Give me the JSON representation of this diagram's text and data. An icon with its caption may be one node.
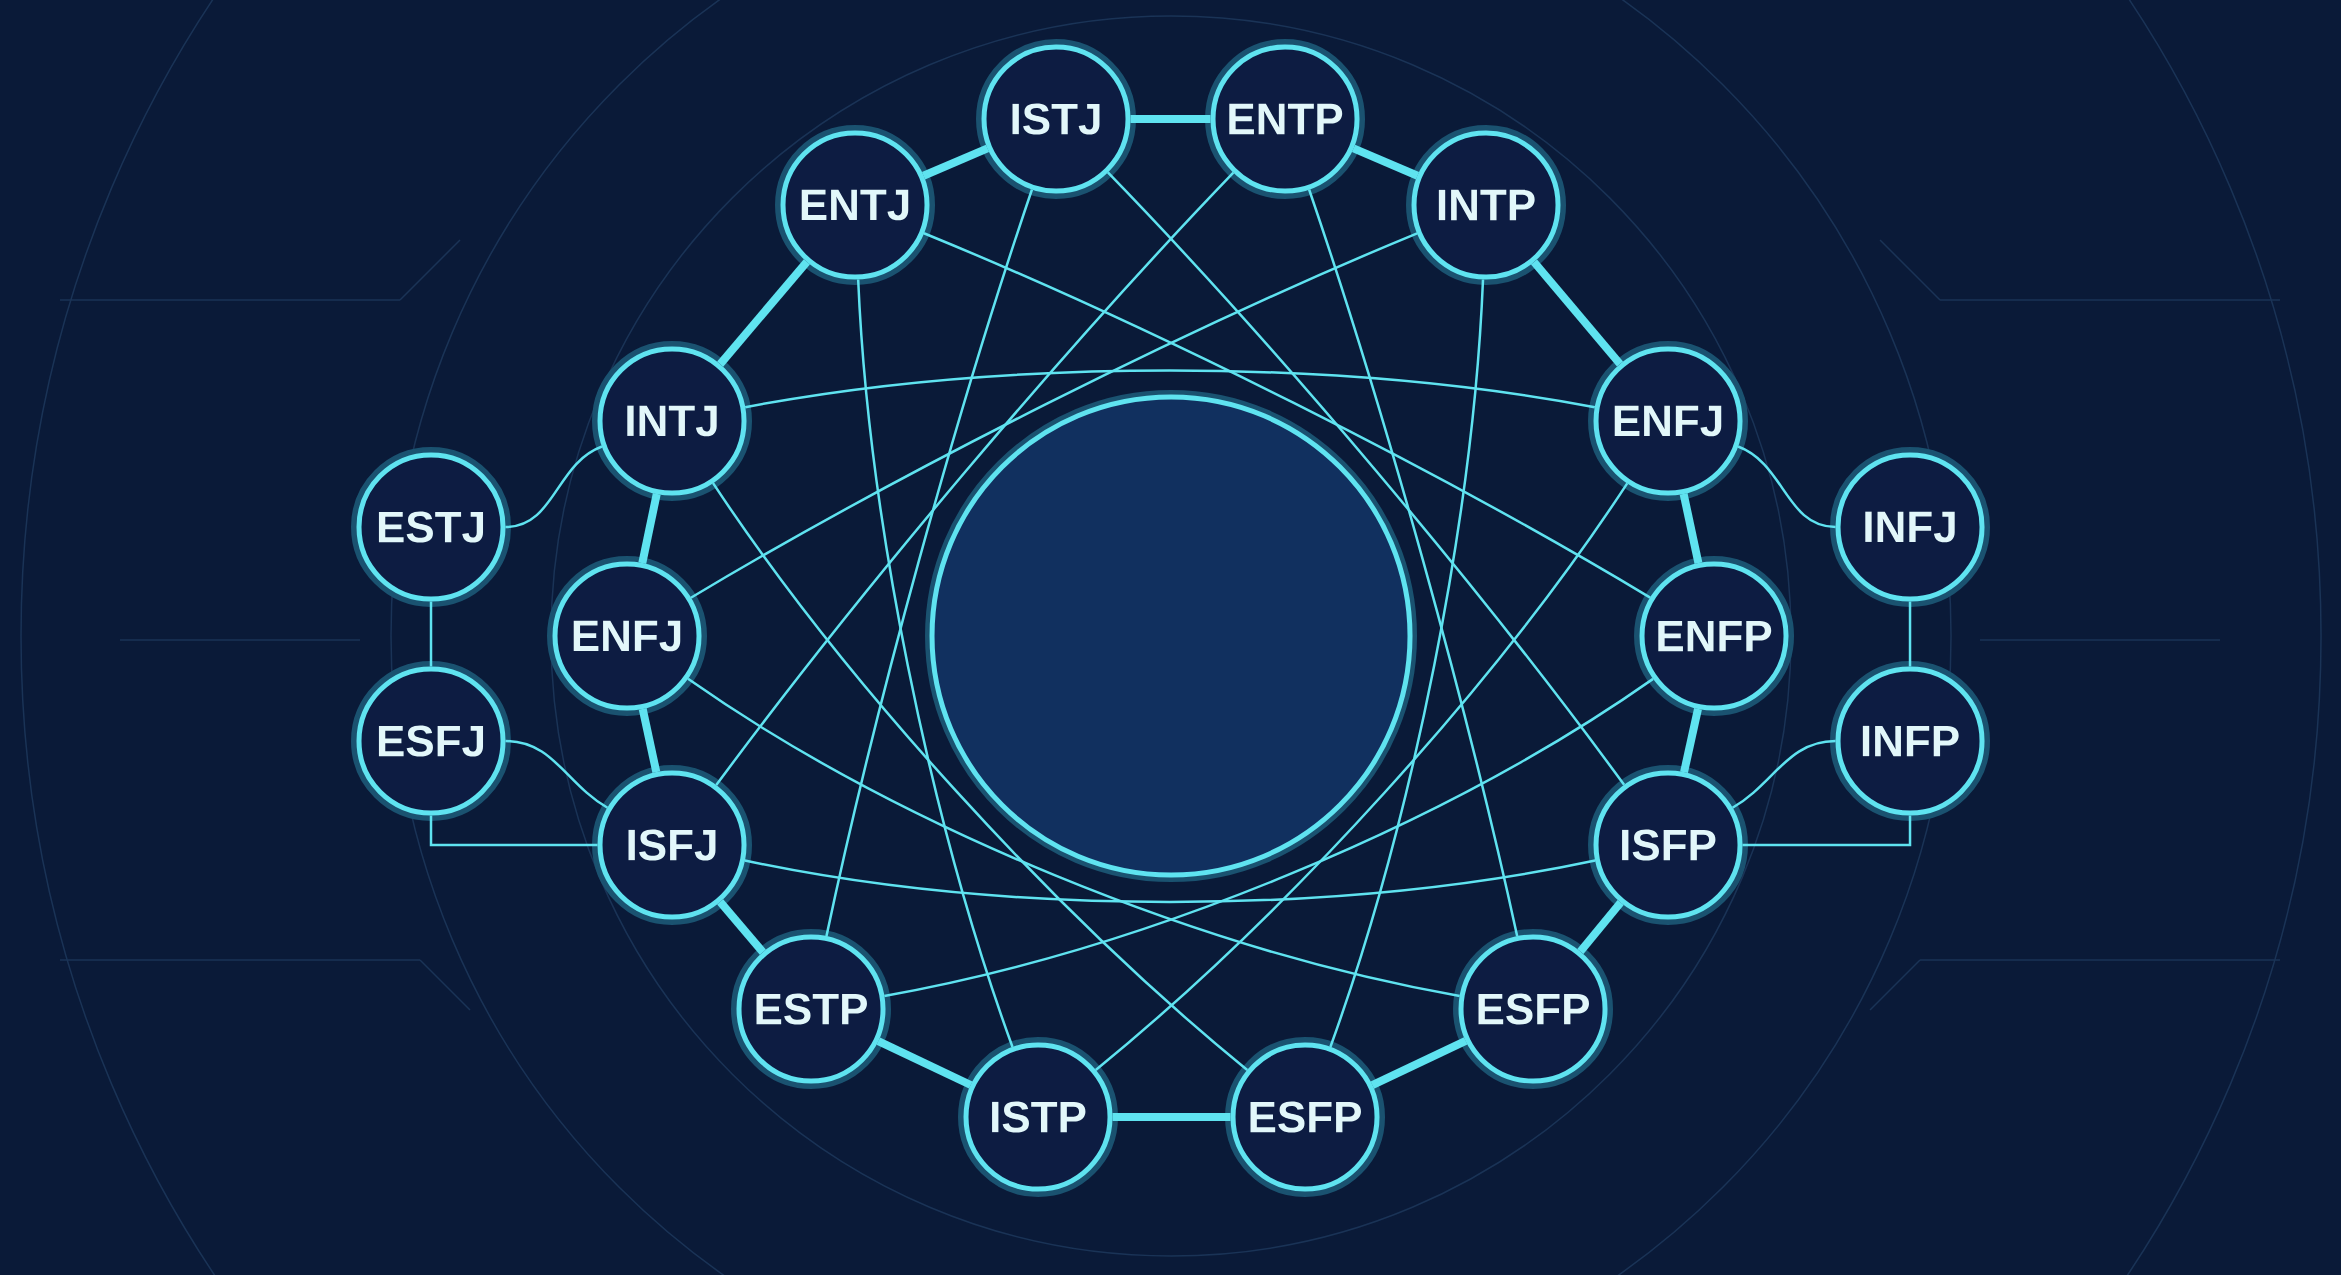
{
  "diagram": {
    "nodes": [
      {
        "text": [
          "ISTJ"
        ]
      },
      {
        "text": [
          "ENTP"
        ]
      },
      {
        "text": [
          "ENTJ"
        ]
      },
      {
        "text": [
          "INTP"
        ]
      },
      {
        "text": [
          "INTJ"
        ]
      },
      {
        "text": [
          "ENFJ"
        ]
      },
      {
        "text": [
          "ESTJ"
        ]
      },
      {
        "text": [
          "INFJ"
        ]
      },
      {
        "text": [
          "ENFJ"
        ]
      },
      {
        "text": [
          "ENFP"
        ]
      },
      {
        "text": [
          "ESFJ"
        ]
      },
      {
        "text": [
          "INFP"
        ]
      },
      {
        "text": [
          "ISFJ"
        ]
      },
      {
        "text": [
          "ISFP"
        ]
      },
      {
        "text": [
          "ESTP"
        ]
      },
      {
        "text": [
          "ESFP"
        ]
      },
      {
        "text": [
          "ISTP"
        ]
      },
      {
        "text": [
          "ESFP"
        ]
      },
      {
        "text": [],
        "shape": "circle"
      }
    ],
    "edges": [
      {
        "from": 0,
        "to": 1,
        "arrow": "none",
        "style": "thick"
      },
      {
        "from": 1,
        "to": 3,
        "arrow": "none",
        "style": "thick"
      },
      {
        "from": 3,
        "to": 5,
        "arrow": "none",
        "style": "thick"
      },
      {
        "from": 5,
        "to": 9,
        "arrow": "none",
        "style": "thick"
      },
      {
        "from": 9,
        "to": 13,
        "arrow": "none",
        "style": "thick"
      },
      {
        "from": 13,
        "to": 15,
        "arrow": "none",
        "style": "thick"
      },
      {
        "from": 15,
        "to": 17,
        "arrow": "none",
        "style": "thick"
      },
      {
        "from": 17,
        "to": 16,
        "arrow": "none",
        "style": "thick"
      },
      {
        "from": 16,
        "to": 14,
        "arrow": "none",
        "style": "thick"
      },
      {
        "from": 14,
        "to": 12,
        "arrow": "none",
        "style": "thick"
      },
      {
        "from": 12,
        "to": 8,
        "arrow": "none",
        "style": "thick"
      },
      {
        "from": 8,
        "to": 4,
        "arrow": "none",
        "style": "thick"
      },
      {
        "from": 4,
        "to": 2,
        "arrow": "none",
        "style": "thick"
      },
      {
        "from": 2,
        "to": 0,
        "arrow": "none",
        "style": "thick"
      },
      {
        "from": 0,
        "to": 13,
        "arrow": "none"
      },
      {
        "from": 1,
        "to": 15,
        "arrow": "none"
      },
      {
        "from": 3,
        "to": 17,
        "arrow": "none"
      },
      {
        "from": 5,
        "to": 16,
        "arrow": "none"
      },
      {
        "from": 9,
        "to": 14,
        "arrow": "none"
      },
      {
        "from": 13,
        "to": 12,
        "arrow": "none"
      },
      {
        "from": 15,
        "to": 8,
        "arrow": "none"
      },
      {
        "from": 17,
        "to": 4,
        "arrow": "none"
      },
      {
        "from": 16,
        "to": 2,
        "arrow": "none"
      },
      {
        "from": 14,
        "to": 0,
        "arrow": "none"
      },
      {
        "from": 12,
        "to": 1,
        "arrow": "none"
      },
      {
        "from": 8,
        "to": 3,
        "arrow": "none"
      },
      {
        "from": 4,
        "to": 5,
        "arrow": "none"
      },
      {
        "from": 2,
        "to": 9,
        "arrow": "none"
      },
      {
        "from": 6,
        "to": 4,
        "arrow": "none"
      },
      {
        "from": 6,
        "to": 10,
        "arrow": "none"
      },
      {
        "from": 10,
        "to": 12,
        "arrow": "none"
      },
      {
        "from": 10,
        "to": 12,
        "arrow": "none"
      },
      {
        "from": 7,
        "to": 5,
        "arrow": "none"
      },
      {
        "from": 7,
        "to": 11,
        "arrow": "none"
      },
      {
        "from": 11,
        "to": 13,
        "arrow": "none"
      },
      {
        "from": 11,
        "to": 13,
        "arrow": "none"
      }
    ]
  }
}
